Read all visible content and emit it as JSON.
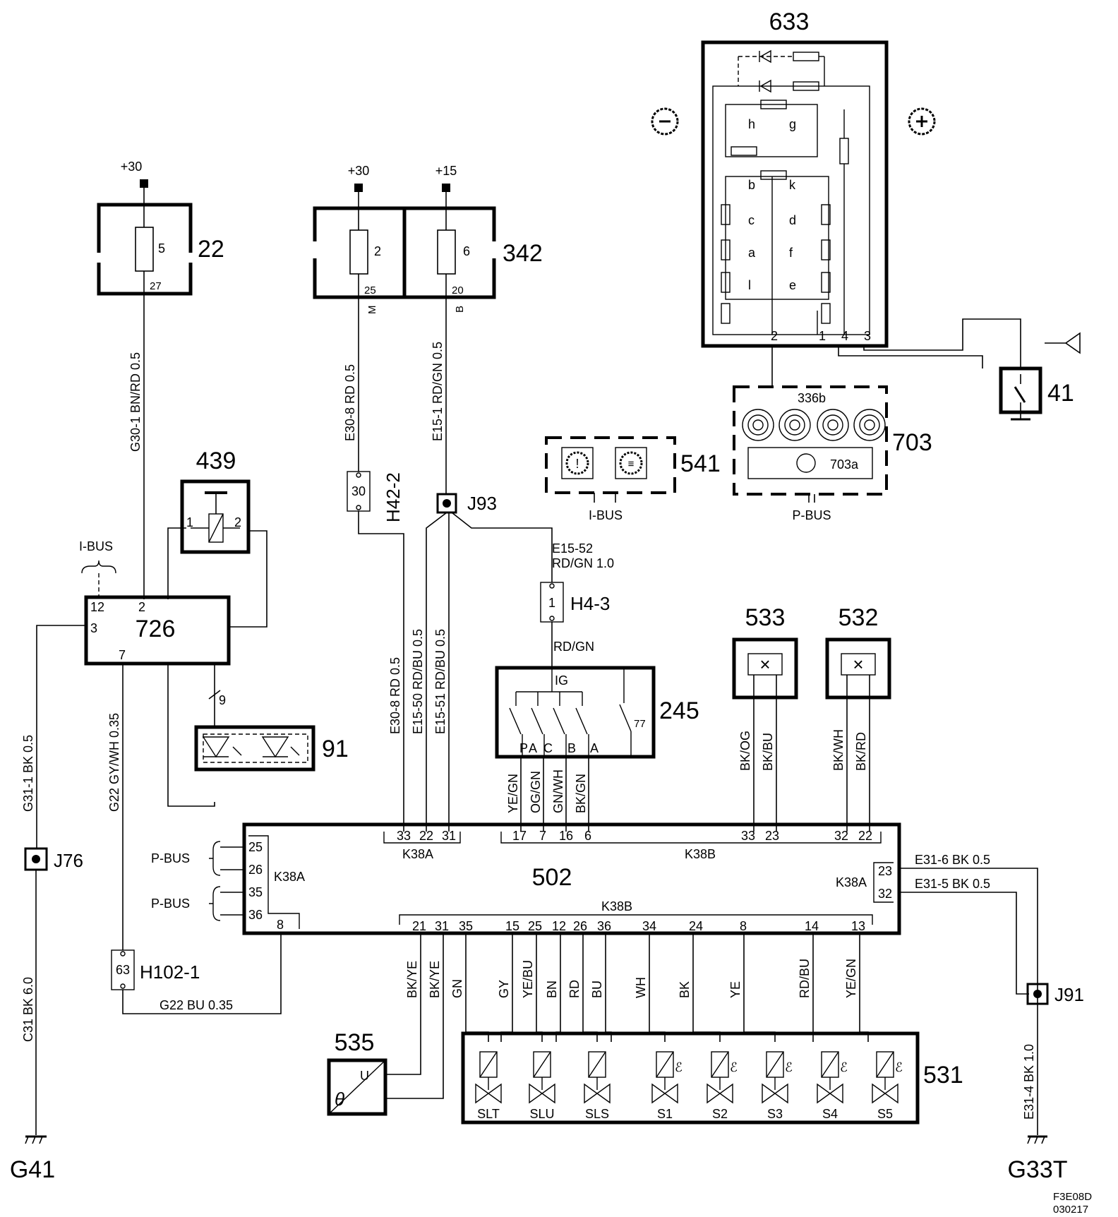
{
  "components": {
    "c22": "22",
    "c342": "342",
    "c439": "439",
    "c726": "726",
    "c91": "91",
    "c502": "502",
    "c245": "245",
    "c533": "533",
    "c532": "532",
    "c541": "541",
    "c633": "633",
    "c703": "703",
    "c703a": "703a",
    "c41": "41",
    "c535": "535",
    "c531": "531"
  },
  "supplies": {
    "p30a": "+30",
    "p30b": "+30",
    "p15": "+15"
  },
  "fuses": {
    "f22": "5",
    "f22_pin": "27",
    "f2": "2",
    "f2_pin": "25",
    "f6": "6",
    "f6_pin": "20",
    "m": "M",
    "b": "B"
  },
  "connectors": {
    "h42": "H42-2",
    "h42_pin": "30",
    "j93": "J93",
    "j76": "J76",
    "j91": "J91",
    "h4": "H4-3",
    "h4_pin": "1",
    "h102": "H102-1",
    "h102_pin": "63",
    "k38a": "K38A",
    "k38b": "K38B"
  },
  "buses": {
    "ibus": "I-BUS",
    "pbus": "P-BUS"
  },
  "grounds": {
    "g41": "G41",
    "g33t": "G33T"
  },
  "wires": {
    "g30_1": "G30-1  BN/RD  0.5",
    "e30_8a": "E30-8  RD  0.5",
    "e15_1": "E15-1  RD/GN  0.5",
    "e15_52": "E15-52",
    "e15_52b": "RD/GN  1.0",
    "rdgn": "RD/GN",
    "e30_8b": "E30-8  RD  0.5",
    "e15_50": "E15-50  RD/BU  0.5",
    "e15_51": "E15-51  RD/BU  0.5",
    "g31_1": "G31-1  BK  0.5",
    "g22a": "G22  GY/WH  0.35",
    "g22b": "G22    BU    0.35",
    "c31": "C31  BK  6.0",
    "e31_6": "E31-6  BK  0.5",
    "e31_5": "E31-5  BK  0.5",
    "e31_4": "E31-4  BK  1.0",
    "yegn": "YE/GN",
    "oggn": "OG/GN",
    "gnwh": "GN/WH",
    "bkgn": "BK/GN",
    "bkog": "BK/OG",
    "bkbu": "BK/BU",
    "bkwh": "BK/WH",
    "bkrd": "BK/RD",
    "bkye1": "BK/YE",
    "bkye2": "BK/YE",
    "gn": "GN",
    "gy": "GY",
    "yebu": "YE/BU",
    "bn": "BN",
    "rd": "RD",
    "bu": "BU",
    "wh": "WH",
    "bk": "BK",
    "ye": "YE",
    "rdbu": "RD/BU",
    "yegn2": "YE/GN"
  },
  "pins": {
    "p726_12": "12",
    "p726_2": "2",
    "p726_3": "3",
    "p726_7": "7",
    "p91_9": "9",
    "p439_1": "1",
    "p439_2": "2",
    "top": [
      "33",
      "22",
      "31",
      "17",
      "7",
      "16",
      "6",
      "33",
      "23",
      "32",
      "22"
    ],
    "left": [
      "25",
      "26",
      "35",
      "36",
      "8"
    ],
    "right": [
      "23",
      "32"
    ],
    "bottom": [
      "21",
      "31",
      "35",
      "15",
      "25",
      "12",
      "26",
      "36",
      "34",
      "24",
      "8",
      "14",
      "13"
    ],
    "p633": [
      "2",
      "1",
      "4",
      "3"
    ],
    "p336b": "336b",
    "p77": "77",
    "ig": "IG",
    "gear": [
      "P",
      "A",
      "C",
      "B",
      "A"
    ],
    "sw633": [
      "h",
      "g",
      "b",
      "k",
      "c",
      "d",
      "a",
      "f",
      "l",
      "e"
    ],
    "p535u": "U"
  },
  "valves": [
    "SLT",
    "SLU",
    "SLS",
    "S1",
    "S2",
    "S3",
    "S4",
    "S5"
  ],
  "footer": {
    "code": "F3E08D",
    "date": "030217"
  }
}
